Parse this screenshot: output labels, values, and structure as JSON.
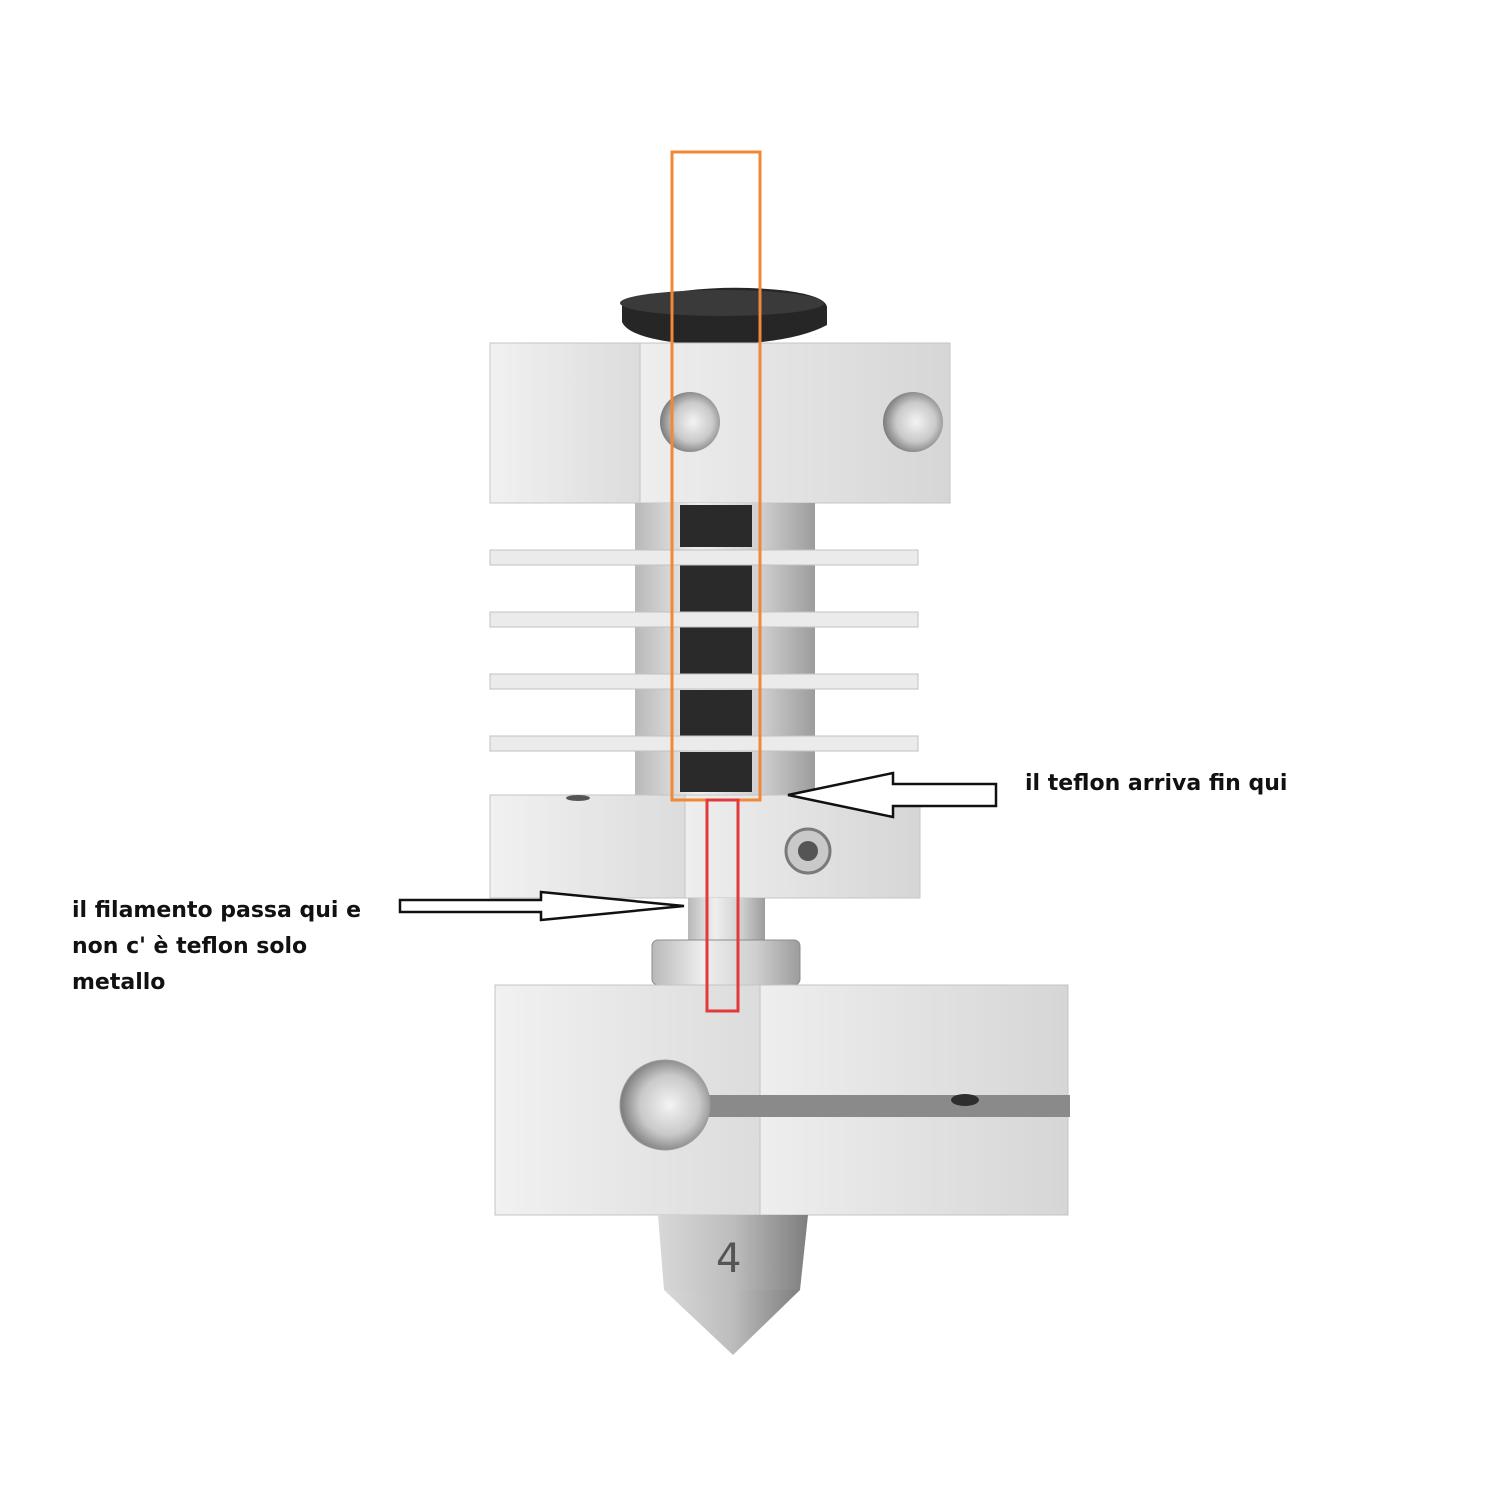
{
  "annotations": {
    "teflon_end": "il teflon arriva fin qui",
    "filament_path_lines": [
      "il filamento passa qui e",
      "non c' è teflon solo",
      "metallo"
    ]
  },
  "nozzle_marking": "4",
  "colors": {
    "teflon_box": "#f0883a",
    "metal_box": "#e23a3a",
    "aluminum": "#e4e4e4",
    "aluminum_dark": "#bdbdbd",
    "cap": "#262626",
    "arrow_outline": "#111111"
  }
}
